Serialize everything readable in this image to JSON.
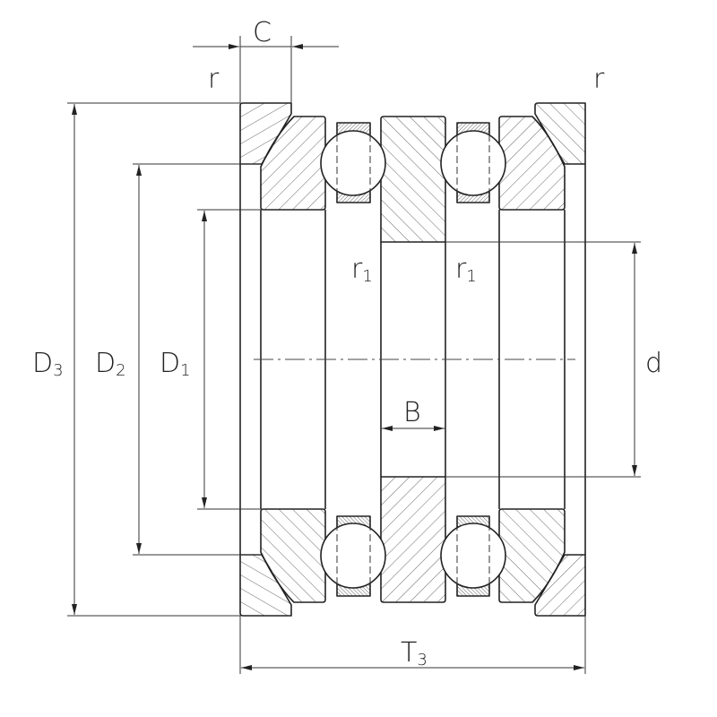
{
  "title": "Double direction thrust ball bearing with sphered housing washers",
  "labels": {
    "C": {
      "main": "C"
    },
    "r_left": {
      "main": "r"
    },
    "r_right": {
      "main": "r"
    },
    "D3": {
      "main": "D",
      "sub": "3"
    },
    "D2": {
      "main": "D",
      "sub": "2"
    },
    "D1": {
      "main": "D",
      "sub": "1"
    },
    "d": {
      "main": "d"
    },
    "r1_left": {
      "main": "r",
      "sub": "1"
    },
    "r1_right": {
      "main": "r",
      "sub": "1"
    },
    "B": {
      "main": "B"
    },
    "T3": {
      "main": "T",
      "sub": "3"
    }
  },
  "colors": {
    "line": "#222222",
    "background": "#ffffff"
  }
}
